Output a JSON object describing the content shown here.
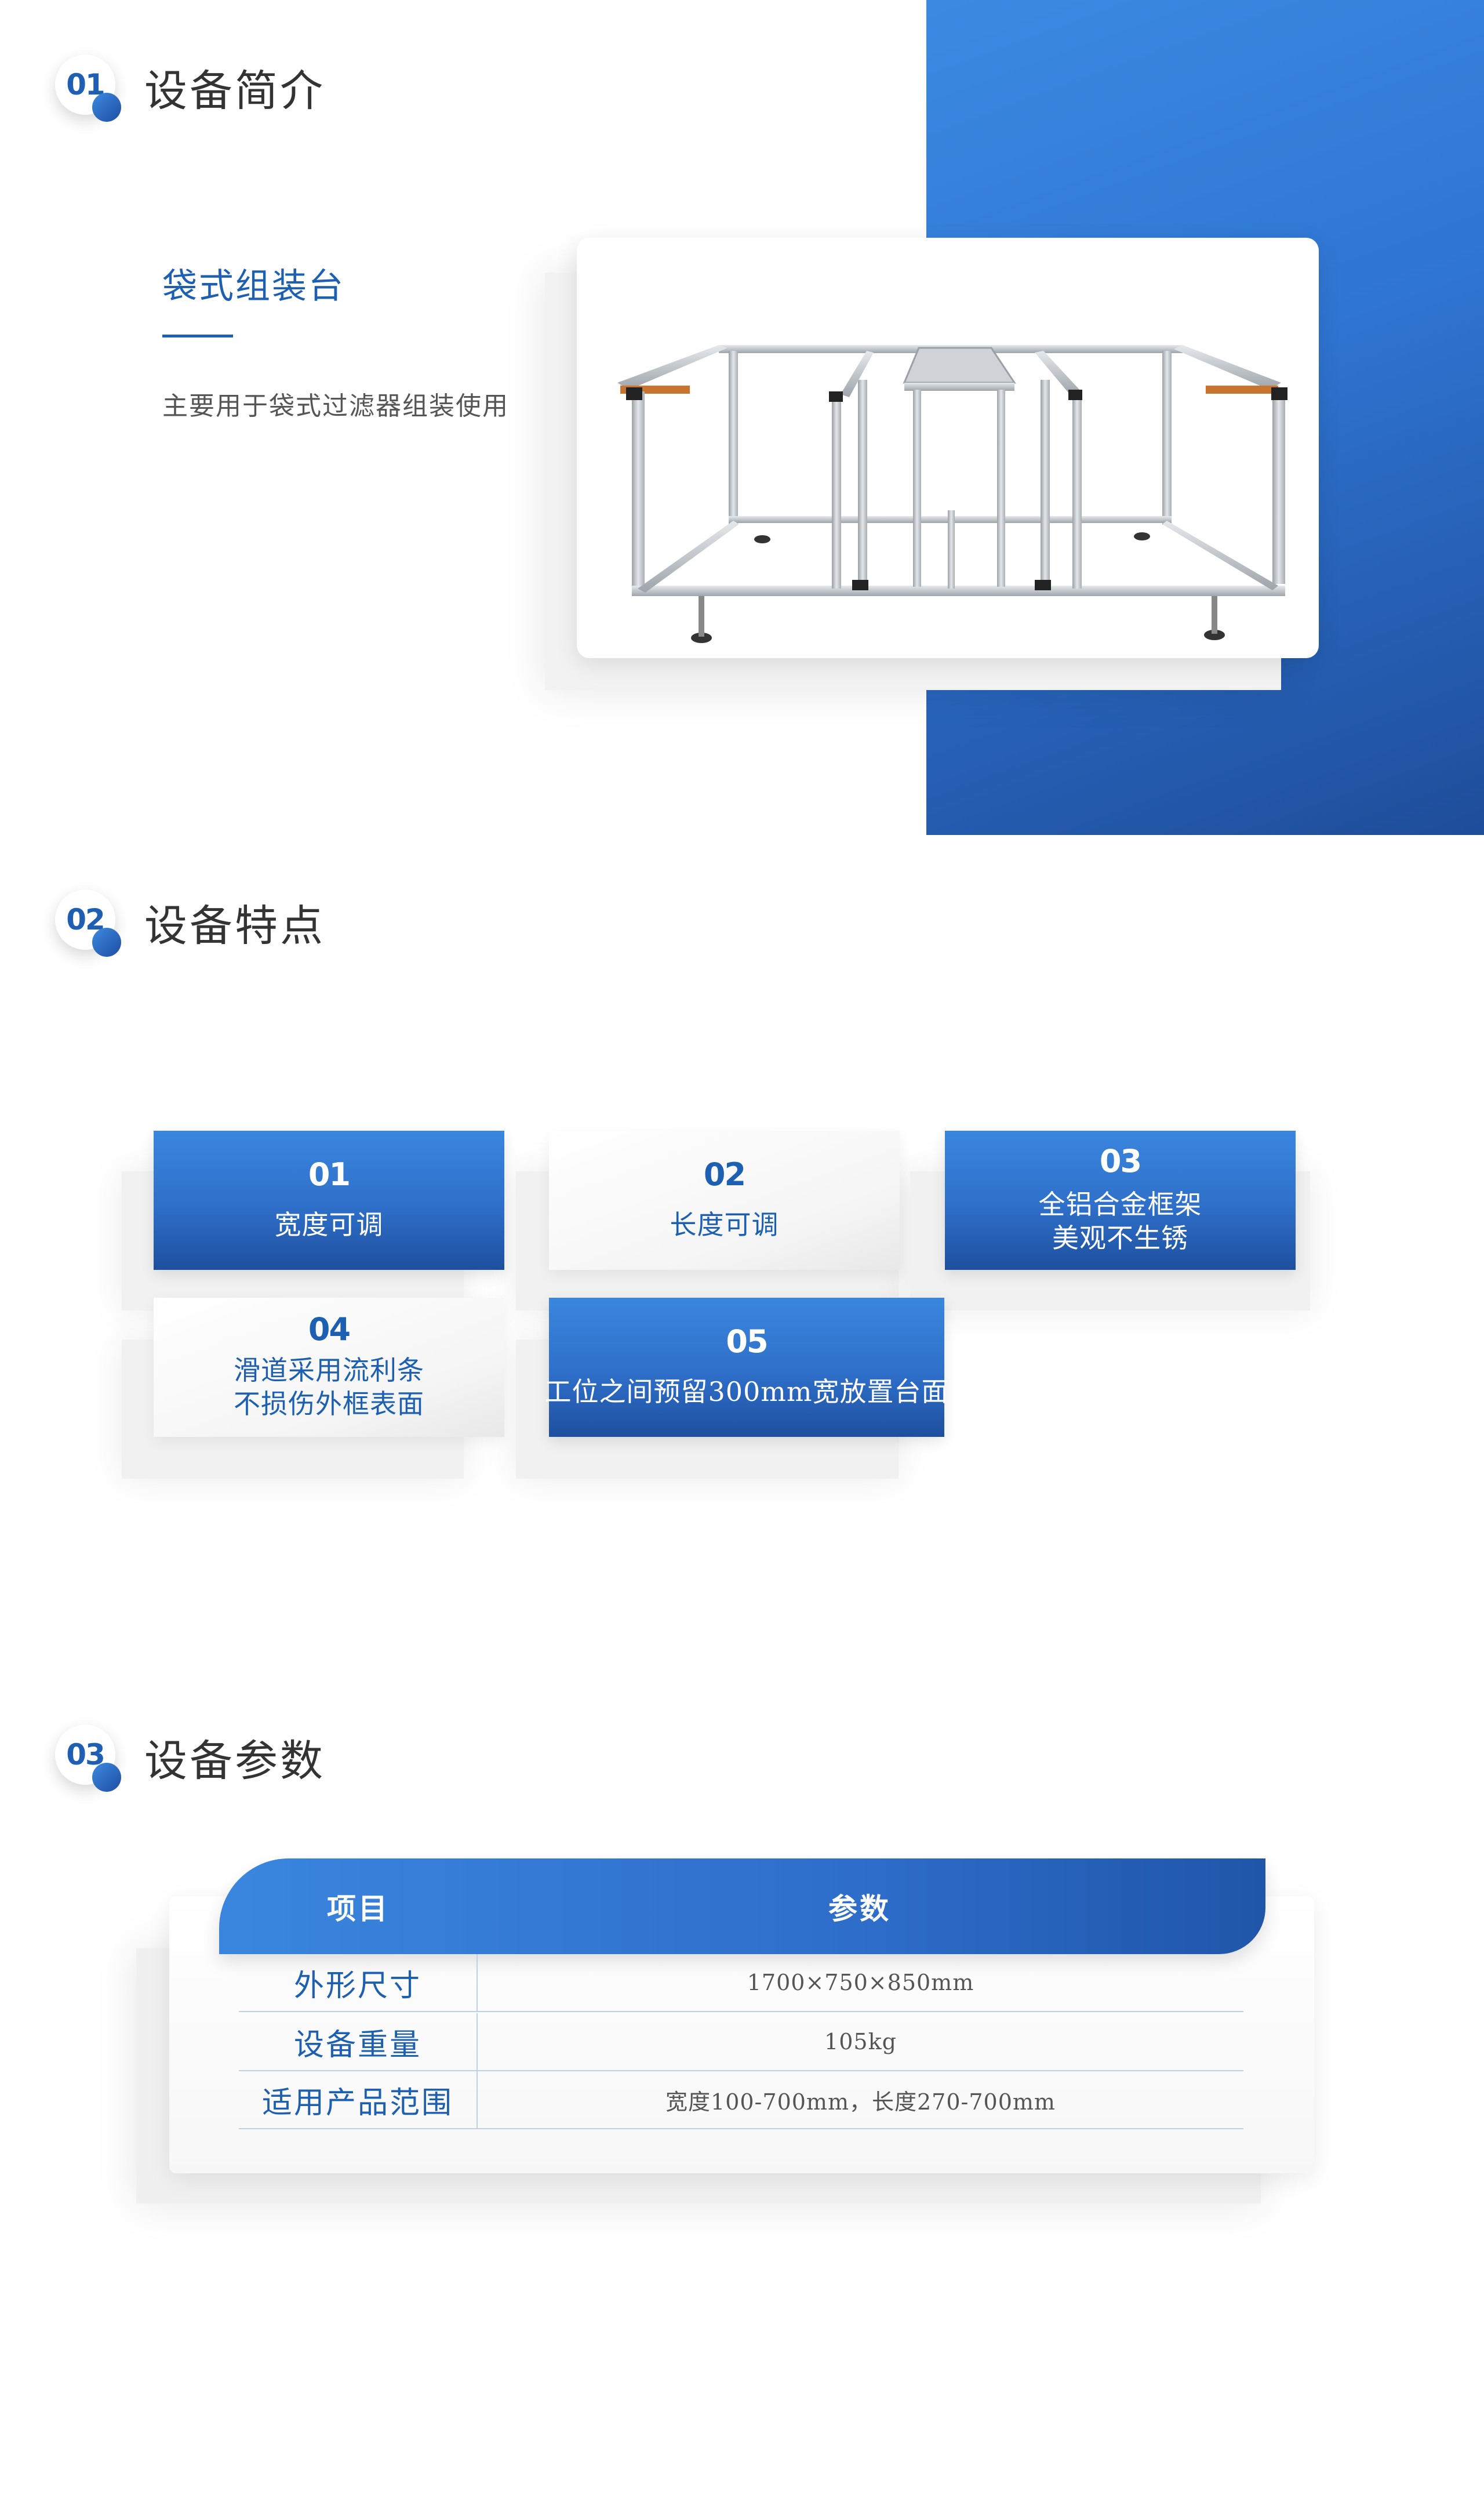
{
  "sections": [
    {
      "num": "01",
      "title": "设备简介"
    },
    {
      "num": "02",
      "title": "设备特点"
    },
    {
      "num": "03",
      "title": "设备参数"
    }
  ],
  "intro": {
    "product_name": "袋式组装台",
    "description": "主要用于袋式过滤器组装使用"
  },
  "features": [
    {
      "num": "01",
      "line1": "宽度可调",
      "line2": ""
    },
    {
      "num": "02",
      "line1": "长度可调",
      "line2": ""
    },
    {
      "num": "03",
      "line1": "全铝合金框架",
      "line2": "美观不生锈"
    },
    {
      "num": "04",
      "line1": "滑道采用流利条",
      "line2": "不损伤外框表面"
    },
    {
      "num": "05",
      "line1": "工位之间预留300mm宽放置台面",
      "line2": ""
    }
  ],
  "params": {
    "headers": [
      "项目",
      "参数"
    ],
    "rows": [
      {
        "item": "外形尺寸",
        "value": "1700×750×850mm"
      },
      {
        "item": "设备重量",
        "value": "105kg"
      },
      {
        "item": "适用产品范围",
        "value": "宽度100-700mm，长度270-700mm"
      }
    ]
  },
  "colors": {
    "brand_blue": "#1d5fb0",
    "gradient_light": "#3a86de",
    "gradient_dark": "#1e4f9e"
  }
}
